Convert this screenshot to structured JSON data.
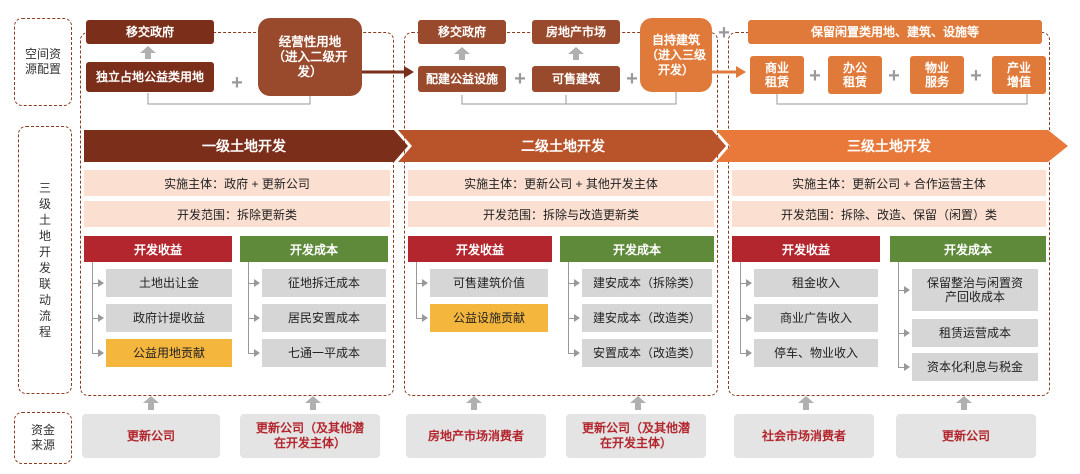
{
  "side_labels": {
    "space": "空间资源配置",
    "stages": "三级土地开发联动流程",
    "funds": "资金来源"
  },
  "space_config": {
    "s1": {
      "transfer_gov": "移交政府",
      "public_land": "独立占地公益类用地",
      "commercial_land": "经营性用地（进入二级开发）"
    },
    "s2": {
      "transfer_gov": "移交政府",
      "real_estate_market": "房地产市场",
      "public_facility": "配建公益设施",
      "saleable": "可售建筑",
      "self_held": "自持建筑（进入三级开发）"
    },
    "s3": {
      "idle": "保留闲置类用地、建筑、设施等",
      "items": [
        "商业租赁",
        "办公租赁",
        "物业服务",
        "产业增值"
      ]
    },
    "plus": "+"
  },
  "stages": [
    {
      "title": "一级土地开发",
      "implementer": "实施主体：政府 + 更新公司",
      "scope": "开发范围：拆除更新类",
      "revenue_header": "开发收益",
      "cost_header": "开发成本",
      "revenue": [
        "土地出让金",
        "政府计提收益",
        "公益用地贡献"
      ],
      "cost": [
        "征地拆迁成本",
        "居民安置成本",
        "七通一平成本"
      ]
    },
    {
      "title": "二级土地开发",
      "implementer": "实施主体：更新公司 + 其他开发主体",
      "scope": "开发范围：拆除与改造更新类",
      "revenue_header": "开发收益",
      "cost_header": "开发成本",
      "revenue": [
        "可售建筑价值",
        "公益设施贡献"
      ],
      "cost": [
        "建安成本（拆除类）",
        "建安成本（改造类）",
        "安置成本（改造类）"
      ]
    },
    {
      "title": "三级土地开发",
      "implementer": "实施主体：更新公司 + 合作运营主体",
      "scope": "开发范围：拆除、改造、保留（闲置）类",
      "revenue_header": "开发收益",
      "cost_header": "开发成本",
      "revenue": [
        "租金收入",
        "商业广告收入",
        "停车、物业收入"
      ],
      "cost": [
        "保留整治与闲置资产回收成本",
        "租赁运营成本",
        "资本化利息与税金"
      ]
    }
  ],
  "funds": [
    "更新公司",
    "更新公司（及其他潜在开发主体）",
    "房地产市场消费者",
    "更新公司（及其他潜在开发主体）",
    "社会市场消费者",
    "更新公司"
  ],
  "colors": {
    "stage1": "#7b2e1a",
    "stage2": "#b8532a",
    "stage3": "#e8793a",
    "revenue": "#b3262e",
    "cost": "#5e8a3a",
    "highlight": "#f5b63e",
    "info_bg": "#fbdfd0"
  }
}
